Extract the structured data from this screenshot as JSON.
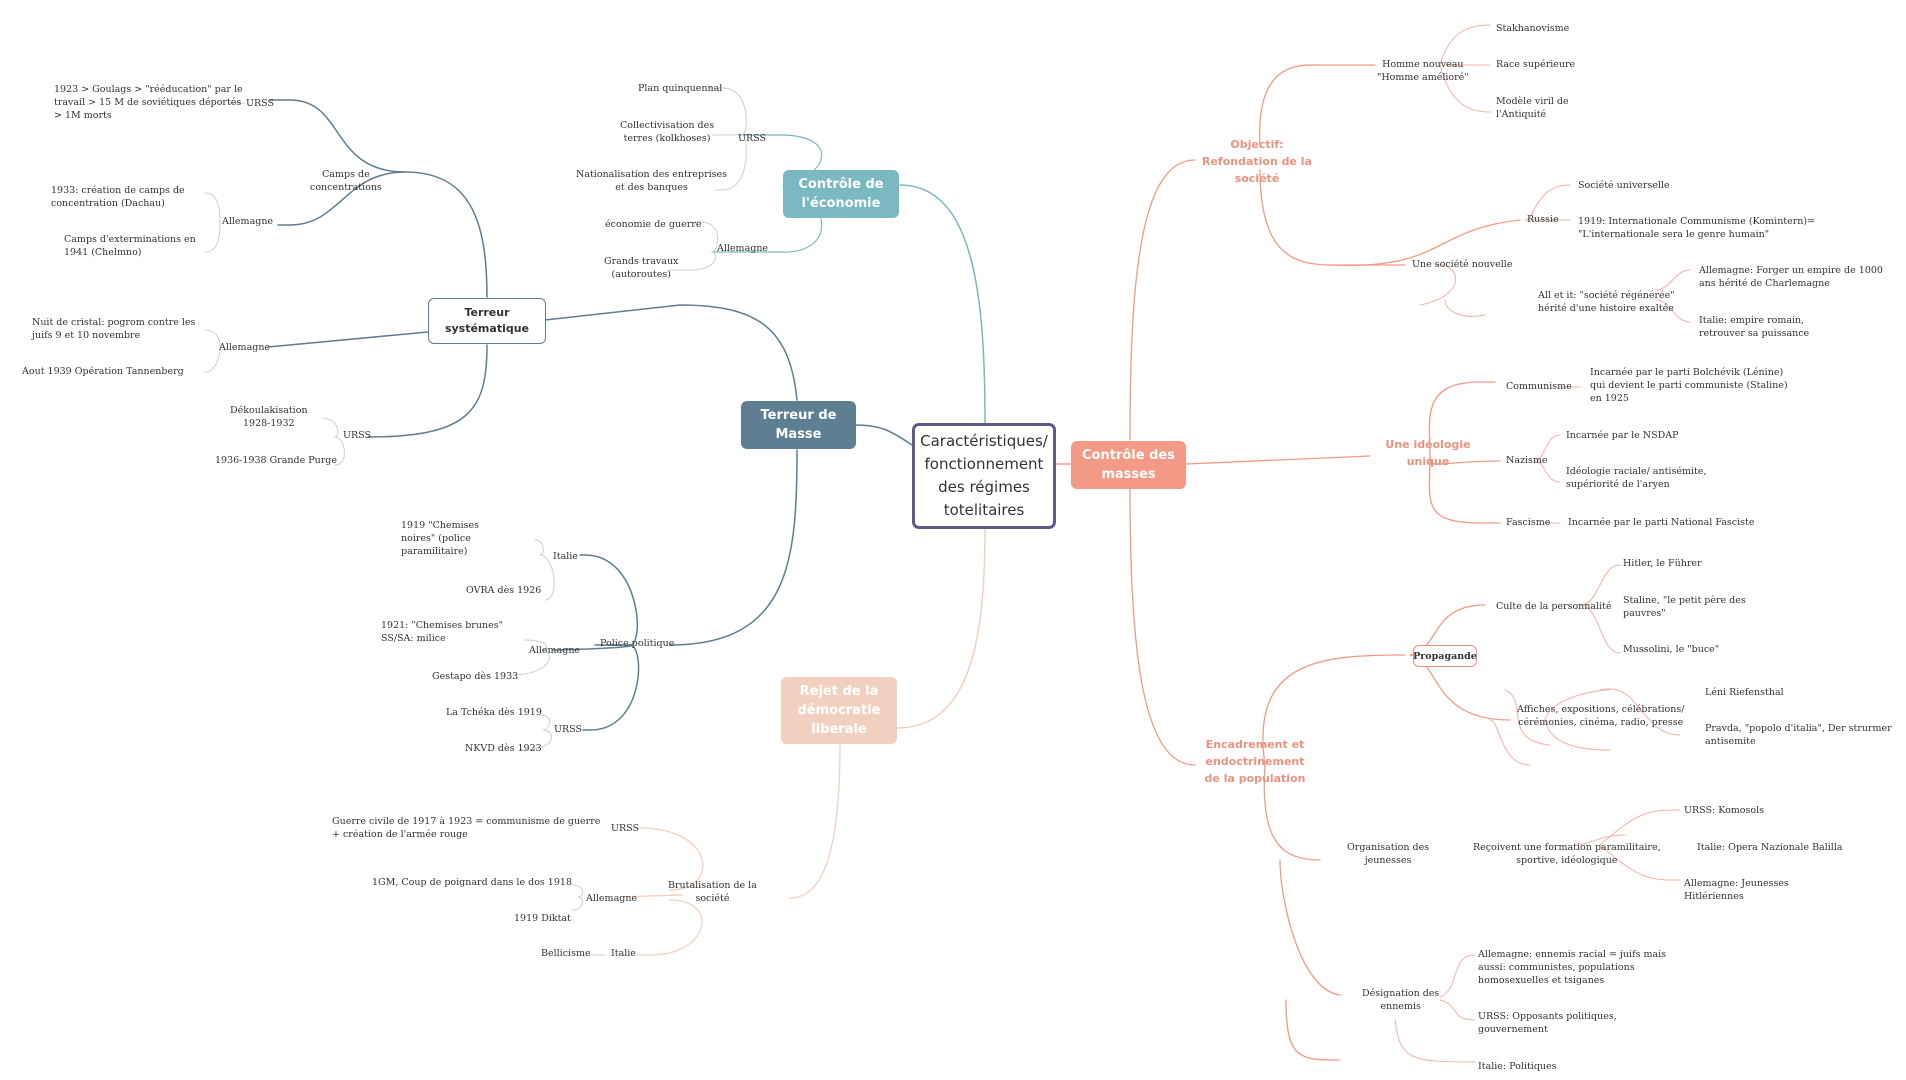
{
  "center": "Caractéristiques/\nfonctionnement\ndes régimes\ntotelitaires",
  "branches": {
    "economie": "Contrôle de\nl'économie",
    "terreur": "Terreur de\nMasse",
    "masses": "Contrôle des\nmasses",
    "democratie": "Rejet de la\ndémocratie\nliberale"
  },
  "economie": {
    "urss": "URSS",
    "urss_items": [
      "Plan quinquennal",
      "Collectivisation des\nterres (kolkhoses)",
      "Nationalisation des entreprises\net des banques"
    ],
    "allemagne": "Allemagne",
    "allemagne_items": [
      "économie de guerre",
      "Grands travaux\n(autoroutes)"
    ]
  },
  "terreur": {
    "systematique": "Terreur\nsystématique",
    "camps": "Camps de\nconcentrations",
    "camps_urss": "URSS",
    "camps_urss_item": "1923 > Goulags > \"rééducation\" par le\ntravail > 15 M de soviétiques déportés\n> 1M morts",
    "camps_allemagne": "Allemagne",
    "camps_allemagne_items": [
      "1933: création de camps de\nconcentration (Dachau)",
      "Camps d'exterminations en\n1941 (Chelmno)"
    ],
    "sys_allemagne": "Allemagne",
    "sys_allemagne_items": [
      "Nuit de cristal: pogrom contre les\njuifs 9 et 10 novembre",
      "Aout 1939 Opération Tannenberg"
    ],
    "sys_urss": "URSS",
    "sys_urss_items": [
      "Dékoulakisation\n1928-1932",
      "1936-1938 Grande Purge"
    ],
    "police": "Police politique",
    "police_italie": "Italie",
    "police_italie_items": [
      "1919 \"Chemises\nnoires\" (police\nparamilitaire)",
      "OVRA dès 1926"
    ],
    "police_allemagne": "Allemagne",
    "police_allemagne_items": [
      "1921: \"Chemises brunes\"\nSS/SA: milice",
      "Gestapo dès 1933"
    ],
    "police_urss": "URSS",
    "police_urss_items": [
      "La Tchéka dès 1919",
      "NKVD dès 1923"
    ]
  },
  "democratie": {
    "brutalisation": "Brutalisation de la\nsociété",
    "urss": "URSS",
    "urss_item": "Guerre civile de 1917 à 1923 = communisme de guerre\n+ création de l'armée rouge",
    "allemagne": "Allemagne",
    "allemagne_items": [
      "1GM, Coup de poignard dans le dos 1918",
      "1919 Diktat"
    ],
    "italie": "Italie",
    "italie_item": "Bellicisme"
  },
  "masses": {
    "objectif": "Objectif:\nRefondation de la\nsociété",
    "homme": "Homme nouveau\n\"Homme amélioré\"",
    "homme_items": [
      "Stakhanovisme",
      "Race supérieure",
      "Modèle viril de\nl'Antiquité"
    ],
    "societe": "Une société nouvelle",
    "russie": "Russie",
    "russie_items": [
      "Société universelle",
      "1919: Internationale Communisme (Komintern)=\n\"L'internationale sera le genre humain\""
    ],
    "alletit": "All et it: \"société régénérée\"\nhérité d'une histoire exaltée",
    "alletit_items": [
      "Allemagne: Forger un empire de 1000\nans hérité de Charlemagne",
      "Italie: empire romain,\nretrouver sa puissance"
    ],
    "ideologie": "Une idéologie\nunique",
    "communisme": "Communisme",
    "communisme_item": "Incarnée par le parti Bolchévik (Lénine)\nqui devient le parti communiste (Staline)\nen 1925",
    "nazisme": "Nazisme",
    "nazisme_items": [
      "Incarnée par le NSDAP",
      "Idéologie raciale/ antisémite,\nsupériorité de l'aryen"
    ],
    "fascisme": "Fascisme",
    "fascisme_item": "Incarnée par le parti National Fasciste",
    "encadrement": "Encadrement et\nendoctrinement\nde la population",
    "propagande": "Propagande",
    "culte": "Culte de la personnalité",
    "culte_items": [
      "Hitler, le Führer",
      "Staline, \"le petit père des\npauvres\"",
      "Mussolini, le \"buce\""
    ],
    "affiches": "Affiches, expositions, célébrations/\ncérémonies, cinéma, radio, presse",
    "affiches_items": [
      "Léni Riefensthal",
      "Pravda, \"popolo d'italia\", Der strurmer\nantisemite"
    ],
    "jeunesses": "Organisation des\njeunesses",
    "formation": "Reçoivent une formation paramilitaire,\nsportive, idéologique",
    "jeunesses_items": [
      "URSS: Komosols",
      "Italie: Opera Nazionale Balilla",
      "Allemagne: Jeunesses\nHitlériennes"
    ],
    "ennemis": "Désignation des\nennemis",
    "ennemis_items": [
      "Allemagne: ennemis racial = juifs mais\naussi: communistes, populations\nhomosexuelles et tsiganes",
      "URSS: Opposants politiques,\ngouvernement",
      "Italie: Politiques"
    ]
  },
  "colors": {
    "center_border": "#5b5a86",
    "economie": "#7ab8c2",
    "terreur": "#5e7f93",
    "masses": "#f29a86",
    "democratie": "#f2d0bf"
  }
}
